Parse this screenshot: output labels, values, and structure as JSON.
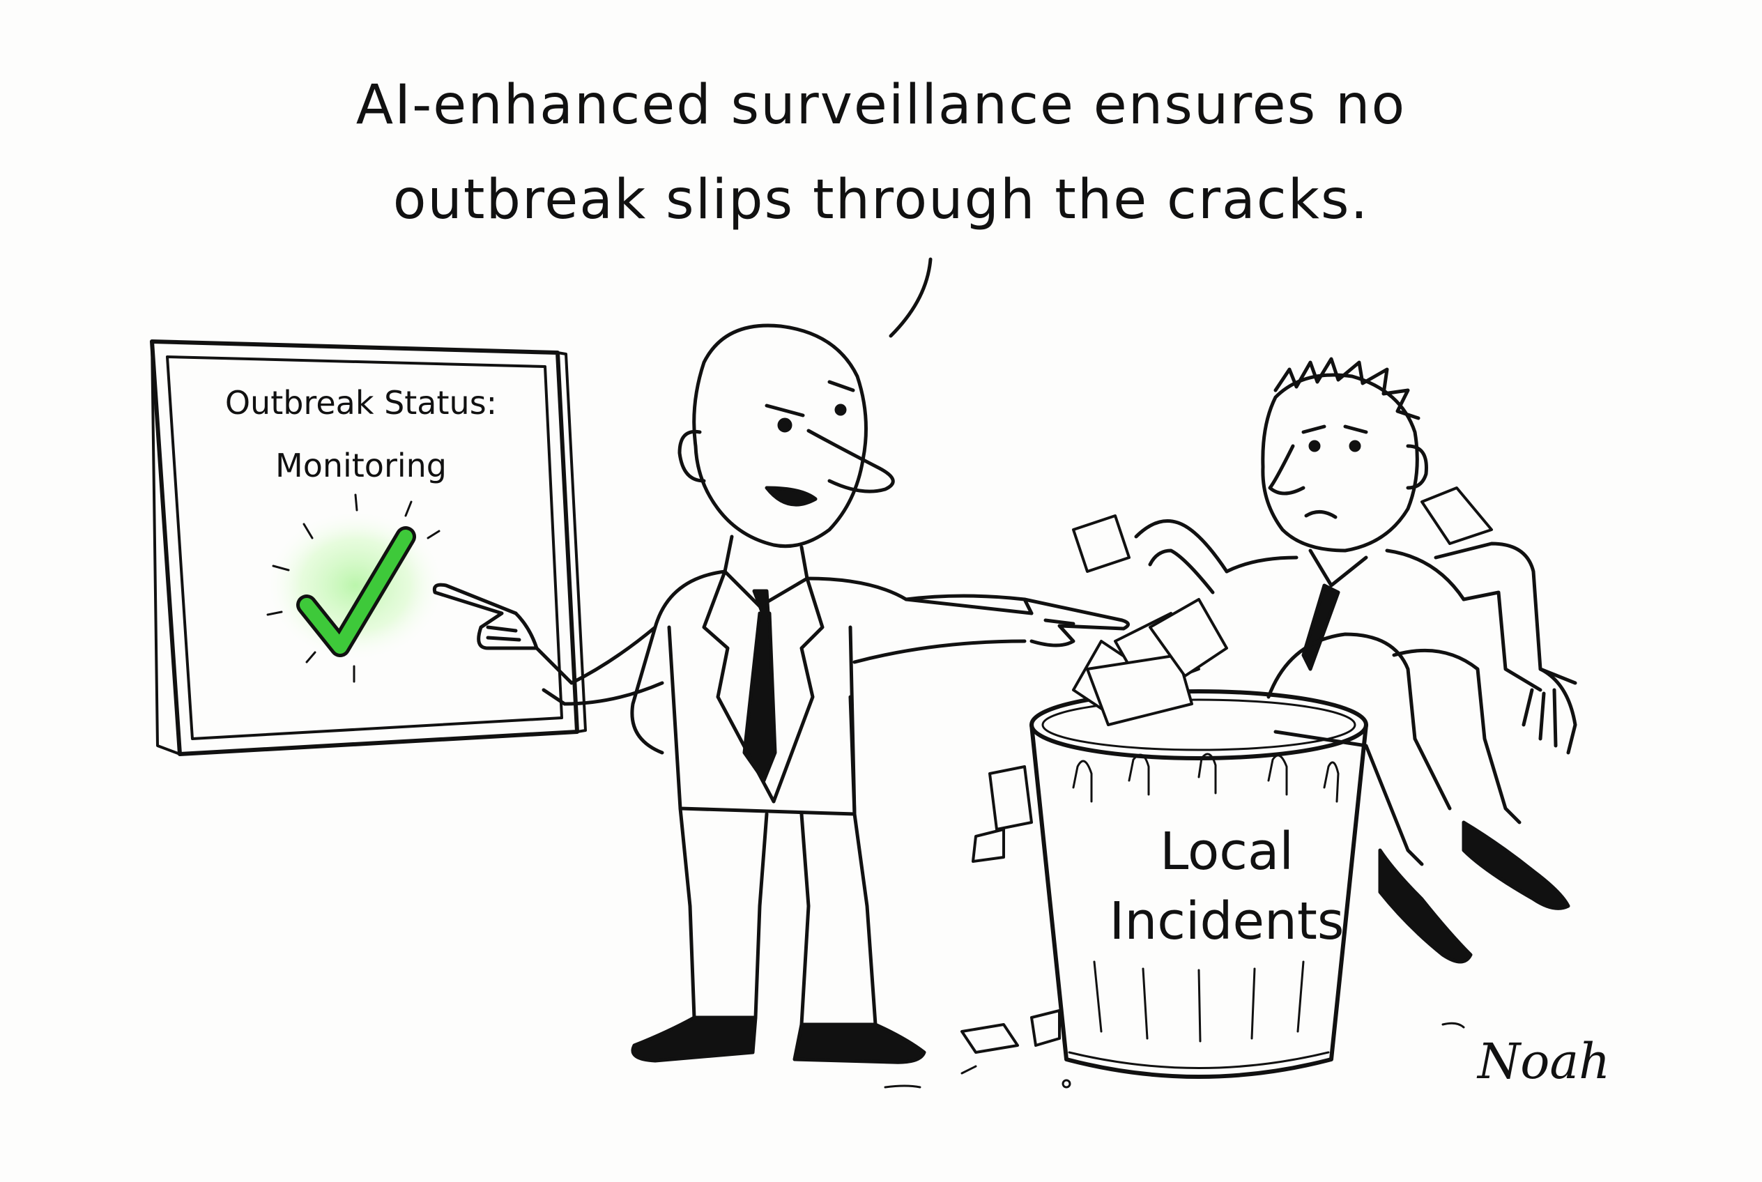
{
  "cartoon": {
    "caption_line_1": "AI-enhanced surveillance ensures no",
    "caption_line_2": "outbreak slips through the cracks.",
    "screen_title": "Outbreak Status:",
    "screen_status": "Monitoring",
    "bin_label_line_1": "Local",
    "bin_label_line_2": "Incidents",
    "signature": "Noah"
  },
  "colors": {
    "ink": "#111111",
    "checkmark": "#3ec93a",
    "checkmark_glow": "#b8f5a8",
    "background": "#fdfdfc"
  },
  "icons": {
    "screen_indicator": "green-checkmark-icon"
  }
}
